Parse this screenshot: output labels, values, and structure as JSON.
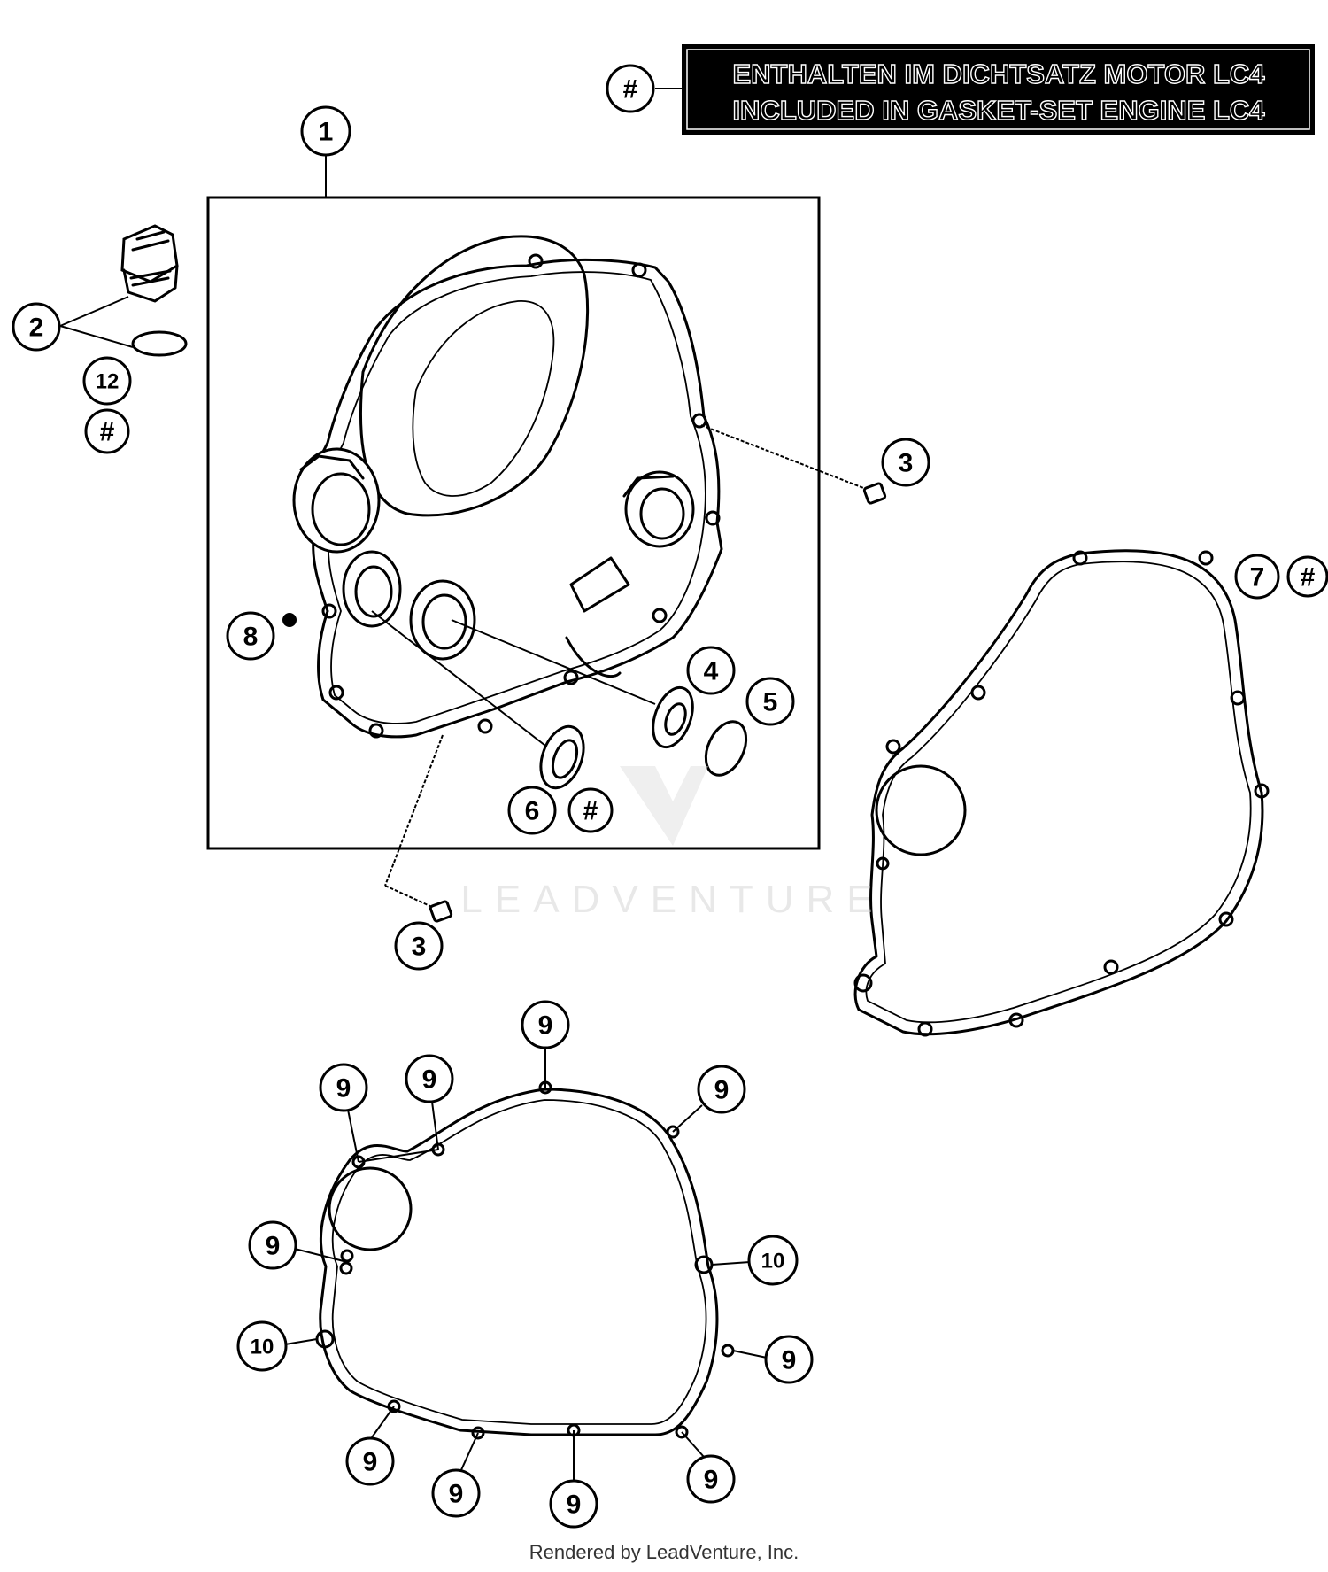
{
  "banner": {
    "line1": "ENTHALTEN IM DICHTSATZ MOTOR LC4",
    "line2": "INCLUDED IN GASKET-SET ENGINE LC4",
    "symbol": "#"
  },
  "callouts": {
    "c1": "1",
    "c2": "2",
    "c3a": "3",
    "c3b": "3",
    "c4": "4",
    "c5": "5",
    "c6": "6",
    "c7": "7",
    "c8": "8",
    "c12": "12",
    "h2": "#",
    "h6": "#",
    "h7": "#",
    "n9_top": "9",
    "n9_ul": "9",
    "n9_ul2": "9",
    "n9_ur": "9",
    "n9_left": "9",
    "n10_right": "10",
    "n10_left": "10",
    "n9_right": "9",
    "n9_bl": "9",
    "n9_b1": "9",
    "n9_b2": "9",
    "n9_br": "9"
  },
  "watermark": {
    "text": "LEADVENTURE"
  },
  "footer": {
    "text": "Rendered by LeadVenture, Inc."
  },
  "icons": {
    "clutch_cover": "clutch-cover-icon",
    "oil_plug": "oil-filler-plug-icon",
    "o_ring": "o-ring-icon",
    "dowel": "dowel-sleeve-icon",
    "shaft_seal": "shaft-seal-ring-icon",
    "gasket": "cover-gasket-icon"
  }
}
